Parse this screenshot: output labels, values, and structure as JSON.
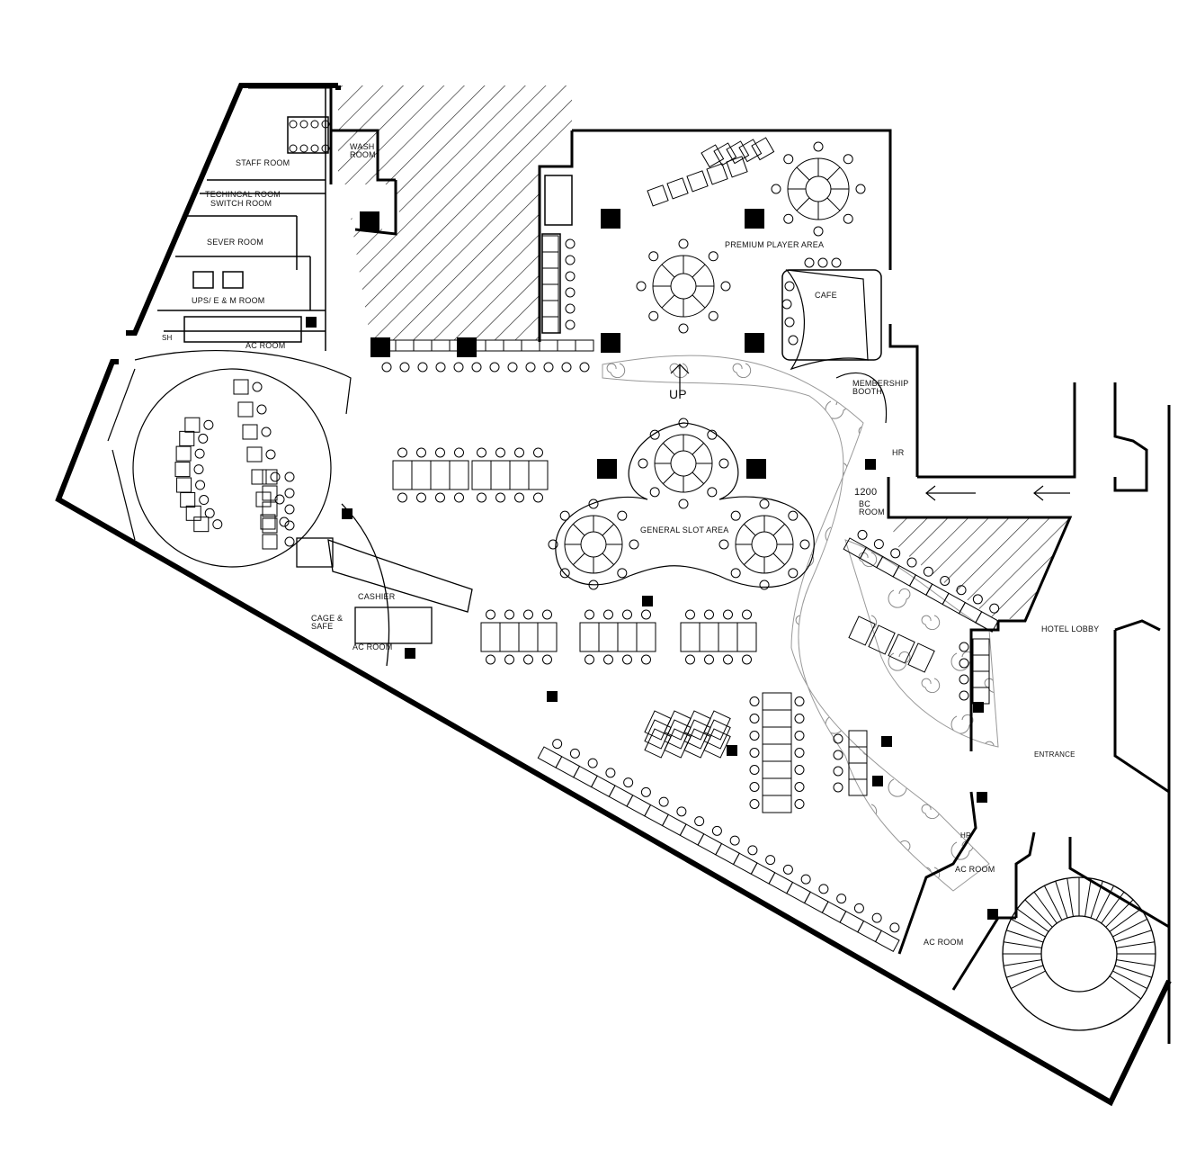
{
  "labels": {
    "staff_room": "STAFF ROOM",
    "wash_room": "WASH\nROOM",
    "technical_room": "TECHINCAL ROOM",
    "switch_room": "SWITCH ROOM",
    "sever_room": "SEVER ROOM",
    "ups_room": "UPS/ E & M ROOM",
    "ac_room_top": "AC ROOM",
    "premium_player_area": "PREMIUM PLAYER AREA",
    "cafe": "CAFE",
    "up": "UP",
    "membership_booth": "MEMBERSHIP\nBOOTH",
    "hr_top": "HR",
    "dimension": "1200",
    "bc_room": "BC\nROOM",
    "general_slot_area": "GENERAL SLOT AREA",
    "cashier": "CASHIER",
    "cage_safe": "CAGE &\nSAFE",
    "ac_room_cage": "AC ROOM",
    "hotel_lobby": "HOTEL LOBBY",
    "entrance": "ENTRANCE",
    "hr_bottom": "HR",
    "ac_room_entry": "AC ROOM",
    "ac_room_bottom": "AC ROOM",
    "sh": "SH"
  }
}
